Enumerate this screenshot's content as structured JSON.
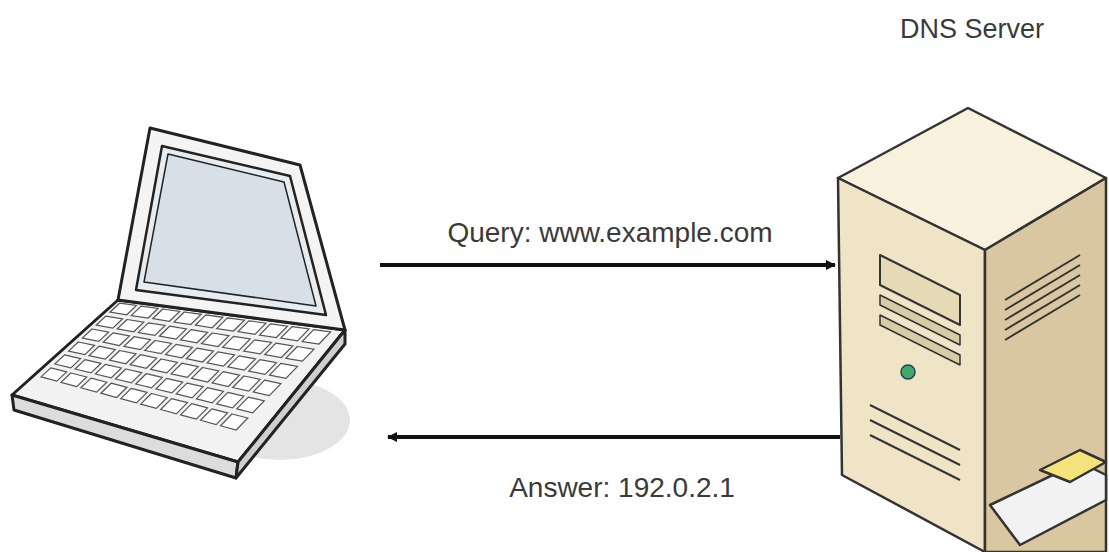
{
  "diagram": {
    "nodes": [
      {
        "text": [
          "DNS Server"
        ]
      }
    ],
    "labels": [
      "Query: www.example.com",
      "Answer: 192.0.2.1"
    ]
  }
}
